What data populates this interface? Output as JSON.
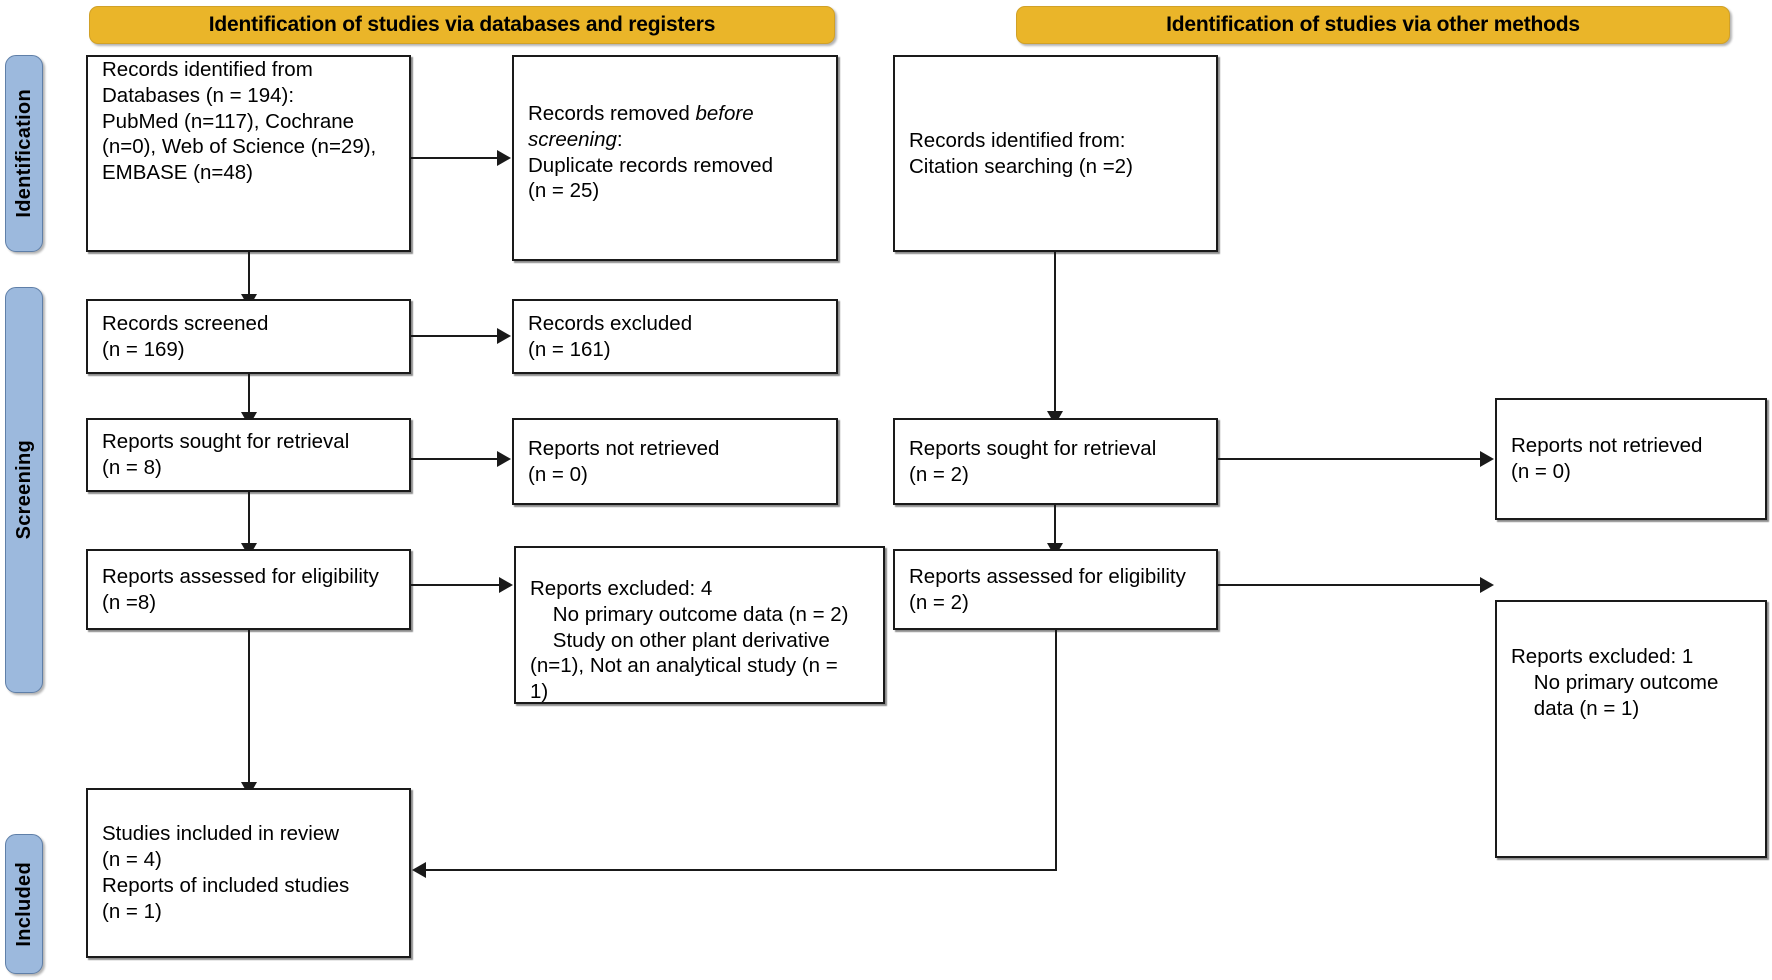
{
  "diagram": {
    "title": "PRISMA 2020 flow diagram",
    "colors": {
      "band": "#eab529",
      "rail": "#9cb9dd",
      "box_border": "#1a1a1a",
      "background": "#ffffff"
    }
  },
  "bands": {
    "databases": "Identification of studies via databases and registers",
    "other": "Identification of studies via other methods"
  },
  "rails": {
    "identification": "Identification",
    "screening": "Screening",
    "included": "Included"
  },
  "boxes": {
    "records_identified": "Records identified from\nDatabases (n = 194):\nPubMed (n=117), Cochrane\n(n=0), Web of Science (n=29),\nEMBASE (n=48)",
    "records_removed_line1_pre": "Records removed ",
    "records_removed_line1_em": "before",
    "records_removed_line2_em": "screening",
    "records_removed_line2_post": ":",
    "records_removed_rest": "Duplicate records removed\n(n = 25)",
    "records_screened": "Records screened\n(n = 169)",
    "records_excluded": "Records excluded\n(n = 161)",
    "reports_sought_db": "Reports sought for retrieval\n(n = 8)",
    "reports_not_retrieved_db": "Reports not retrieved\n(n = 0)",
    "reports_assessed_db": "Reports assessed for eligibility\n(n =8)",
    "reports_excluded_db": "Reports excluded: 4\n    No primary outcome data (n = 2)\n    Study on other plant derivative\n(n=1), Not an analytical study (n =\n1)",
    "records_identified_other": "Records identified from:\nCitation searching (n =2)",
    "reports_sought_other": "Reports sought for retrieval\n(n = 2)",
    "reports_not_retrieved_other": "Reports not retrieved\n(n = 0)",
    "reports_assessed_other": "Reports assessed for eligibility\n(n = 2)",
    "reports_excluded_other": "Reports excluded: 1\n    No primary outcome\n    data (n = 1)",
    "studies_included": "Studies included in review\n(n = 4)\nReports of included studies\n(n = 1)"
  }
}
